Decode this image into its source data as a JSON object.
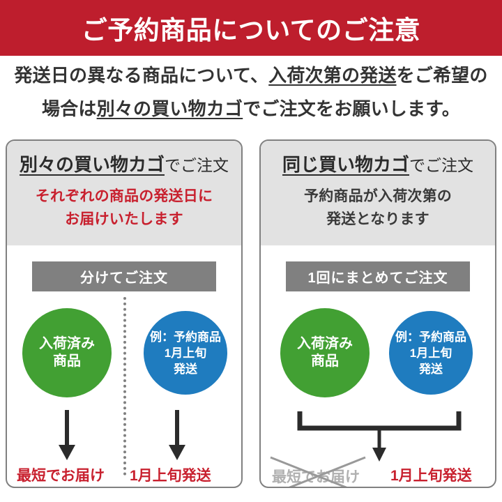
{
  "header": {
    "title": "ご予約商品についてのご注意",
    "background_color": "#be1e2d",
    "text_color": "#ffffff"
  },
  "intro": {
    "line1_pre": "発送日の異なる商品について、",
    "line1_underlined": "入荷次第の発送",
    "line1_post": "をご希望の",
    "line2_pre": "場合は",
    "line2_underlined": "別々の買い物カゴ",
    "line2_post": "でご注文をお願いします。"
  },
  "panels": [
    {
      "head_strong": "別々の買い物カゴ",
      "head_tail": "でご注文",
      "sub_line1": "それぞれの商品の発送日に",
      "sub_line2": "お届けいたします",
      "sub_color": "#c8202e",
      "ribbon": "分けてご注文",
      "circle_green_line1": "入荷済み",
      "circle_green_line2": "商品",
      "circle_blue_line1": "例：予約商品",
      "circle_blue_line2": "1月上旬",
      "circle_blue_line3": "発送",
      "bottom_left": "最短でお届け",
      "bottom_right": "1月上旬発送"
    },
    {
      "head_strong": "同じ買い物カゴ",
      "head_tail": "でご注文",
      "sub_line1": "予約商品が入荷次第の",
      "sub_line2": "発送となります",
      "sub_color": "#3a3a3a",
      "ribbon": "1回にまとめてご注文",
      "circle_green_line1": "入荷済み",
      "circle_green_line2": "商品",
      "circle_blue_line1": "例：予約商品",
      "circle_blue_line2": "1月上旬",
      "circle_blue_line3": "発送",
      "bottom_left": "最短でお届け",
      "bottom_right": "1月上旬発送"
    }
  ],
  "colors": {
    "brand_red": "#be1e2d",
    "text_red": "#c8202e",
    "green": "#42a033",
    "blue": "#1f7cbf",
    "gray_ribbon": "#808080",
    "panel_border": "#808080",
    "panel_head_bg": "#e2e2e2",
    "strike_gray": "#b0b0b0"
  }
}
